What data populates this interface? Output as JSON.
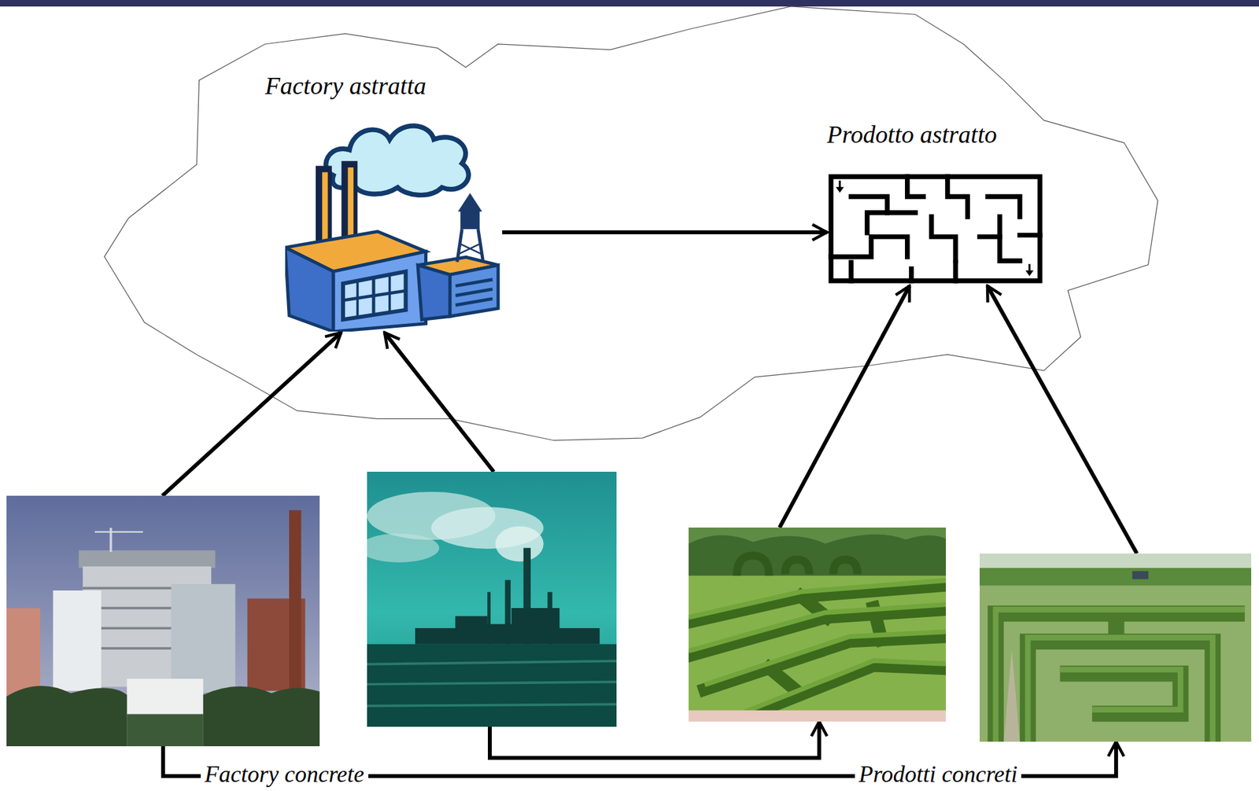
{
  "diagram": {
    "nodes": [
      {
        "text": [
          "Factory astratta"
        ]
      },
      {
        "text": [
          "Prodotto astratto"
        ]
      },
      {
        "text": []
      },
      {
        "text": []
      },
      {
        "text": []
      },
      {
        "text": []
      }
    ],
    "edges": [
      {
        "from": 0,
        "to": 1,
        "arrow": "to"
      },
      {
        "from": 2,
        "to": 0,
        "arrow": "to"
      },
      {
        "from": 3,
        "to": 0,
        "arrow": "to"
      },
      {
        "from": 4,
        "to": 1,
        "arrow": "to"
      },
      {
        "from": 5,
        "to": 1,
        "arrow": "to"
      },
      {
        "from": 3,
        "to": 4,
        "arrow": "to"
      },
      {
        "from": 2,
        "to": 5,
        "arrow": "to"
      }
    ],
    "labels": [
      "Factory concrete",
      "Prodotti concreti"
    ]
  }
}
